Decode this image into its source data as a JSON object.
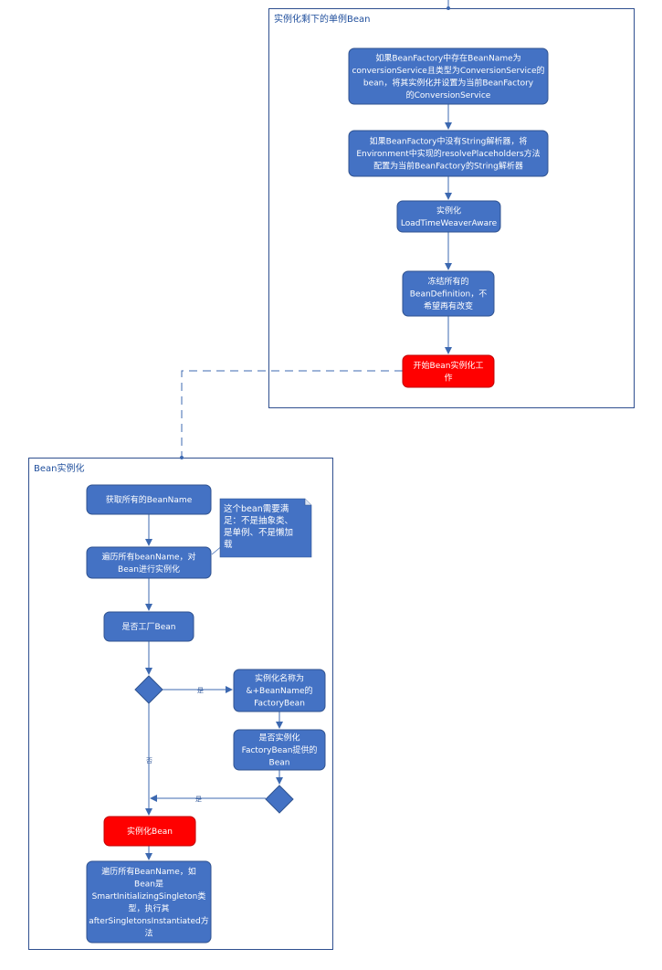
{
  "colors": {
    "node_fill": "#4472c4",
    "node_stroke": "#2f528f",
    "highlight_fill": "#ff0000",
    "highlight_stroke": "#c00000",
    "connector": "#3c68b0",
    "container_border": "#2f4f8f",
    "title_text": "#1f4e9c",
    "note_fill": "#4472c4"
  },
  "containers": [
    {
      "id": "singleton",
      "title": "实例化剩下的单例Bean"
    },
    {
      "id": "bean-inst",
      "title": "Bean实例化"
    }
  ],
  "nodes": {
    "conversion": {
      "lines": [
        "如果BeanFactory中存在BeanName为",
        "conversionService且类型为ConversionService的",
        "bean，将其实例化并设置为当前BeanFactory",
        "的ConversionService"
      ]
    },
    "string_resolver": {
      "lines": [
        "如果BeanFactory中没有String解析器，将",
        "Environment中实现的resolvePlaceholders方法",
        "配置为当前BeanFactory的String解析器"
      ]
    },
    "ltw": {
      "lines": [
        "实例化",
        "LoadTimeWeaverAware"
      ]
    },
    "freeze": {
      "lines": [
        "冻结所有的",
        "BeanDefinition，不",
        "希望再有改变"
      ]
    },
    "start": {
      "lines": [
        "开始Bean实例化工",
        "作"
      ]
    },
    "get_names": {
      "lines": [
        "获取所有的BeanName"
      ]
    },
    "iterate": {
      "lines": [
        "遍历所有beanName，对",
        "Bean进行实例化"
      ]
    },
    "is_factory": {
      "lines": [
        "是否工厂Bean"
      ]
    },
    "factory_name": {
      "lines": [
        "实例化名称为",
        "&+BeanName的",
        "FactoryBean"
      ]
    },
    "provided": {
      "lines": [
        "是否实例化",
        "FactoryBean提供的",
        "Bean"
      ]
    },
    "instantiate": {
      "lines": [
        "实例化Bean"
      ]
    },
    "smart": {
      "lines": [
        "遍历所有BeanName，如",
        "Bean是",
        "SmartInitializingSingleton类",
        "型，执行其",
        "afterSingletonsInstantiated方",
        "法"
      ]
    }
  },
  "note": {
    "lines": [
      "这个bean需要满",
      "足：不是抽象类、",
      "是单例、不是懒加",
      "载"
    ]
  },
  "edge_labels": {
    "yes_factory": "是",
    "no_factory": "否",
    "yes_provided": "是"
  }
}
